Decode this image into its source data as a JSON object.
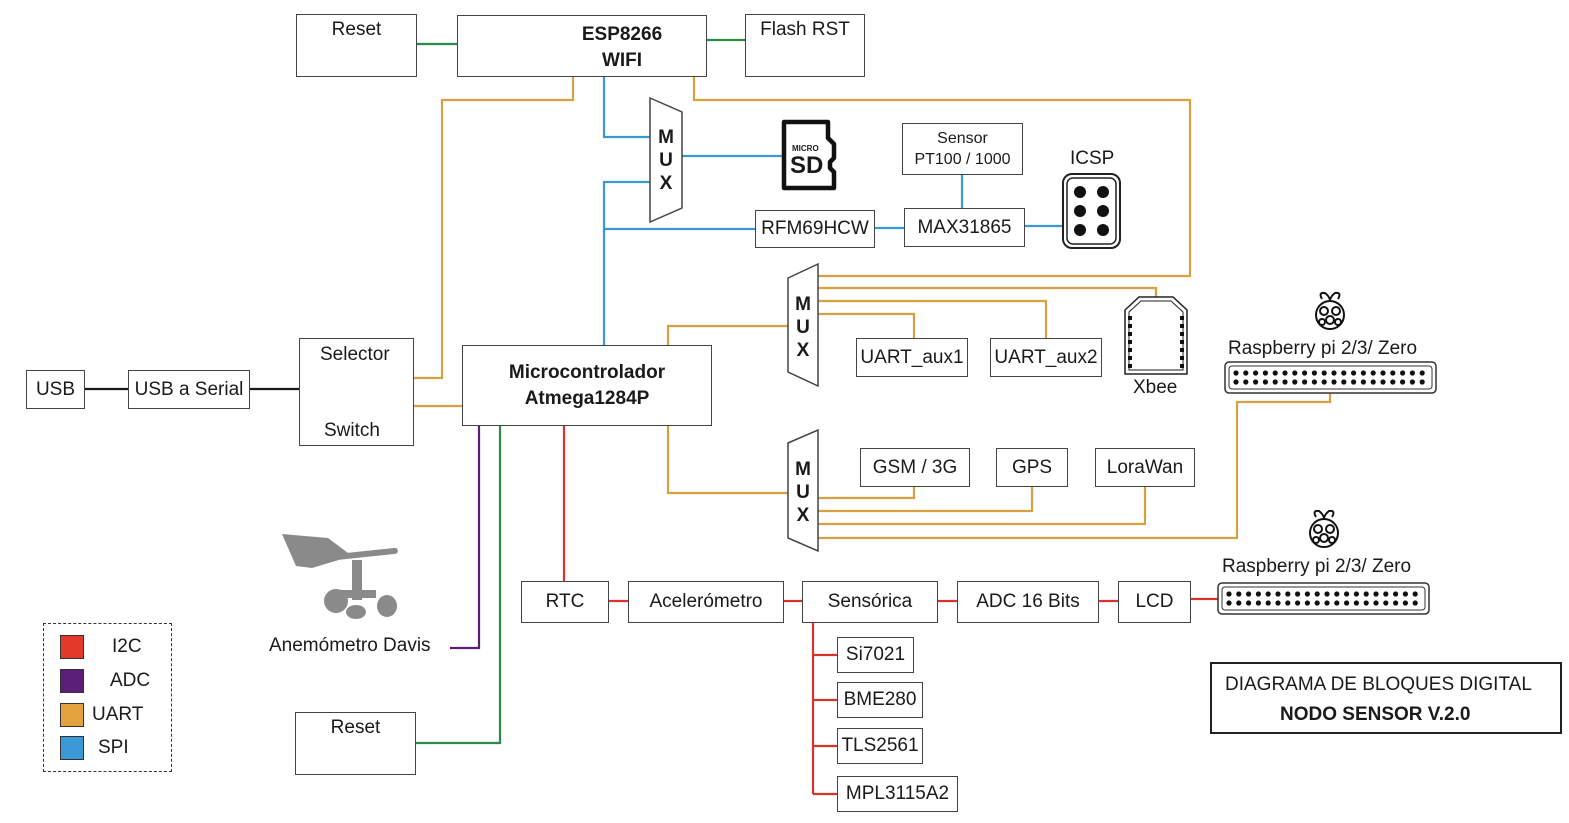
{
  "esp": {
    "name": "ESP8266",
    "sub": "WIFI"
  },
  "reset_top": "Reset",
  "flash_rst": "Flash RST",
  "mux_label": "M U X",
  "micro_sd": {
    "small": "MICRO",
    "big": "SD"
  },
  "sensor_pt": {
    "line1": "Sensor",
    "line2": "PT100 / 1000"
  },
  "icsp": "ICSP",
  "rfm": "RFM69HCW",
  "max": "MAX31865",
  "uart_aux1": "UART_aux1",
  "uart_aux2": "UART_aux2",
  "xbee": "Xbee",
  "rpi_label": "Raspberry pi 2/3/ Zero",
  "usb": "USB",
  "usb_serial": "USB a Serial",
  "selector": {
    "top": "Selector",
    "bottom": "Switch"
  },
  "mcu": {
    "line1": "Microcontrolador",
    "line2": "Atmega1284P"
  },
  "gsm": "GSM / 3G",
  "gps": "GPS",
  "lorawan": "LoraWan",
  "anemometer": "Anemómetro Davis",
  "rtc": "RTC",
  "accel": "Acelerómetro",
  "sensorica": "Sensórica",
  "adc16": "ADC 16 Bits",
  "lcd": "LCD",
  "sensors": [
    "Si7021",
    "BME280",
    "TLS2561",
    "MPL3115A2"
  ],
  "reset_bottom": "Reset",
  "legend": [
    {
      "label": "I2C",
      "color": "#e2392b"
    },
    {
      "label": "ADC",
      "color": "#5b1f7a"
    },
    {
      "label": "UART",
      "color": "#e3a23c"
    },
    {
      "label": "SPI",
      "color": "#3d98d6"
    }
  ],
  "title": {
    "line1": "DIAGRAMA DE BLOQUES DIGITAL",
    "line2": "NODO SENSOR V.2.0"
  },
  "colors": {
    "i2c": "#d9342b",
    "adc": "#5b1f7a",
    "uart": "#d9a040",
    "spi": "#3d98d6",
    "gpio": "#2e8b47",
    "black": "#1a1a1a"
  }
}
